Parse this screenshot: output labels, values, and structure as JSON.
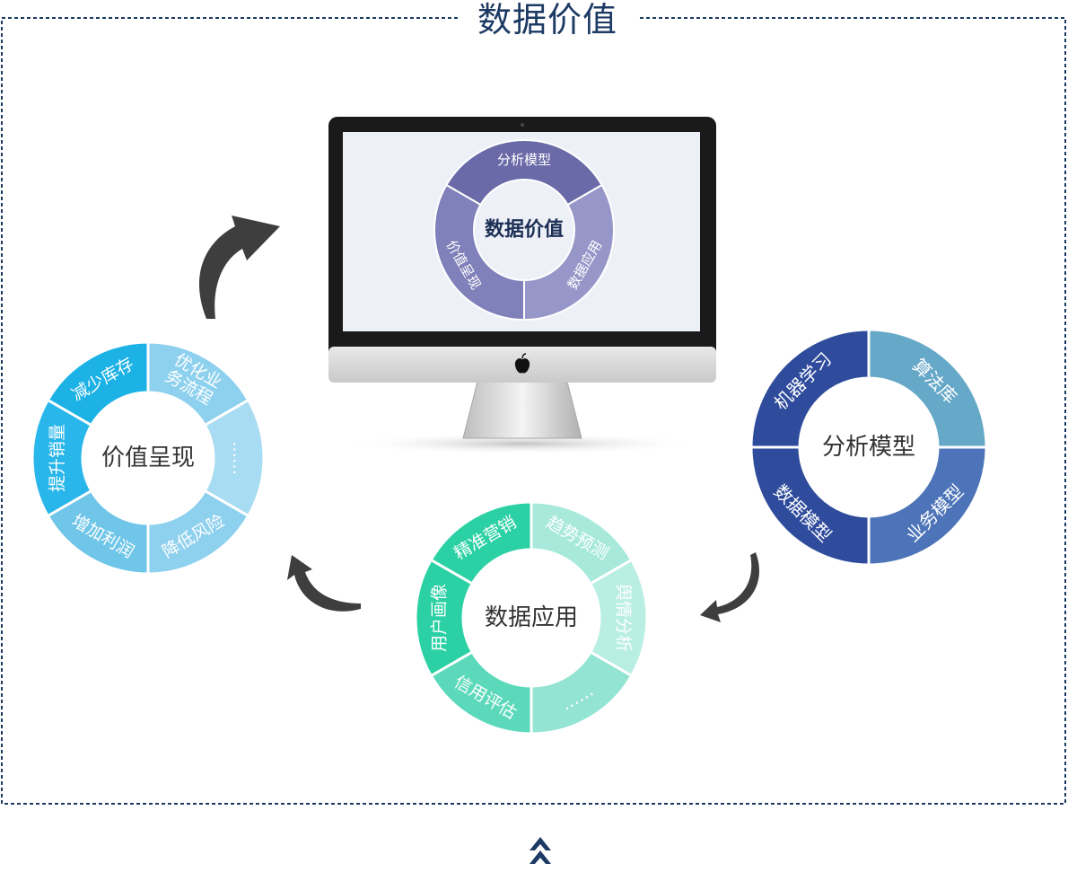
{
  "title": "数据价值",
  "monitor": {
    "center_label": "数据价值",
    "segments": [
      "分析模型",
      "数据应用",
      "价值呈现"
    ]
  },
  "value_ring": {
    "center_label": "价值呈现",
    "segments": [
      "减少库存",
      "优化业务流程",
      "……",
      "降低风险",
      "增加利润",
      "提升销量"
    ],
    "segment_lines": [
      [
        "优化业",
        "务流程"
      ]
    ]
  },
  "model_ring": {
    "center_label": "分析模型",
    "segments": [
      "机器学习",
      "算法库",
      "业务模型",
      "数据模型"
    ]
  },
  "app_ring": {
    "center_label": "数据应用",
    "segments": [
      "精准营销",
      "趋势预测",
      "舆情分析",
      "……",
      "信用评估",
      "用户画像"
    ]
  },
  "icons": [
    "apple-logo-icon",
    "double-chevron-up-icon",
    "curved-arrow-icon"
  ],
  "colors": {
    "title": "#1c3a63",
    "border": "#1c3a63",
    "monitor_ring": [
      "#6a6aa8",
      "#9796c8",
      "#8080ba"
    ],
    "value_ring": [
      "#1cb2e6",
      "#8ed1ee",
      "#a8dcf2",
      "#8ed1ee",
      "#6fc6e8",
      "#29b6ea"
    ],
    "model_ring": [
      "#2f4b9c",
      "#66a8c8",
      "#4d74b8",
      "#2f4b9c"
    ],
    "app_ring": [
      "#2bd1a4",
      "#a8e9dc",
      "#b9eee3",
      "#94e4d3",
      "#5cd9bb",
      "#2bd1a4"
    ]
  }
}
